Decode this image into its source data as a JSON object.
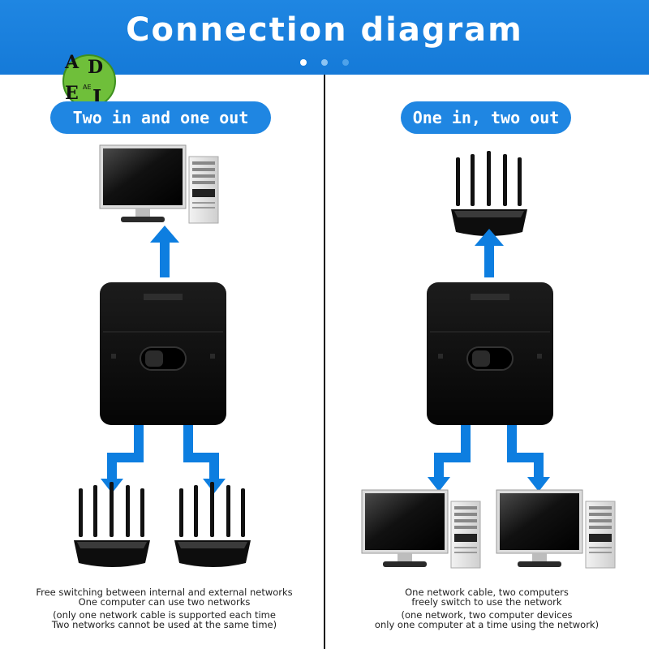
{
  "header": {
    "title": "Connection diagram",
    "carousel_dots": 3,
    "active_dot": 0,
    "colors": {
      "banner": "#1f86e2",
      "accent": "#157ad8"
    }
  },
  "logo": {
    "letters": [
      "A",
      "D",
      "E",
      "I"
    ],
    "small_text": "AE"
  },
  "left_panel": {
    "heading": "Two in and one out",
    "caption_lines": [
      "Free switching between internal and external networks",
      "One computer can use two networks",
      "(only one network cable is supported each time",
      "Two networks cannot be used at the same time)"
    ]
  },
  "right_panel": {
    "heading": "One in, two out",
    "caption_lines": [
      "One network cable, two computers",
      "freely switch to use the network",
      "(one network, two computer devices",
      "only one computer at a time using the network)"
    ]
  },
  "icons": [
    "desktop-computer-icon",
    "router-icon",
    "switch-box-icon",
    "arrow-up-icon",
    "arrow-down-icon"
  ]
}
